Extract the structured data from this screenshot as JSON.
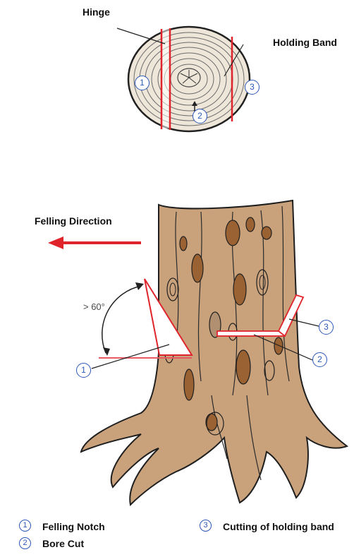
{
  "top": {
    "hinge_label": "Hinge",
    "holding_band_label": "Holding Band",
    "markers": [
      "1",
      "2",
      "3"
    ]
  },
  "tree": {
    "felling_direction_label": "Felling Direction",
    "angle_label": "> 60°",
    "markers": [
      "1",
      "2",
      "3"
    ]
  },
  "legend": {
    "items": [
      {
        "number": "1",
        "text": "Felling Notch"
      },
      {
        "number": "2",
        "text": "Bore Cut"
      },
      {
        "number": "3",
        "text": "Cutting of holding band"
      }
    ]
  },
  "colors": {
    "cut_red": "#e0242c",
    "marker_blue": "#2b57b7",
    "bark_fill": "#c9a27c",
    "knot_dark": "#9a6232",
    "wood_rings": "#5a5a5a"
  }
}
